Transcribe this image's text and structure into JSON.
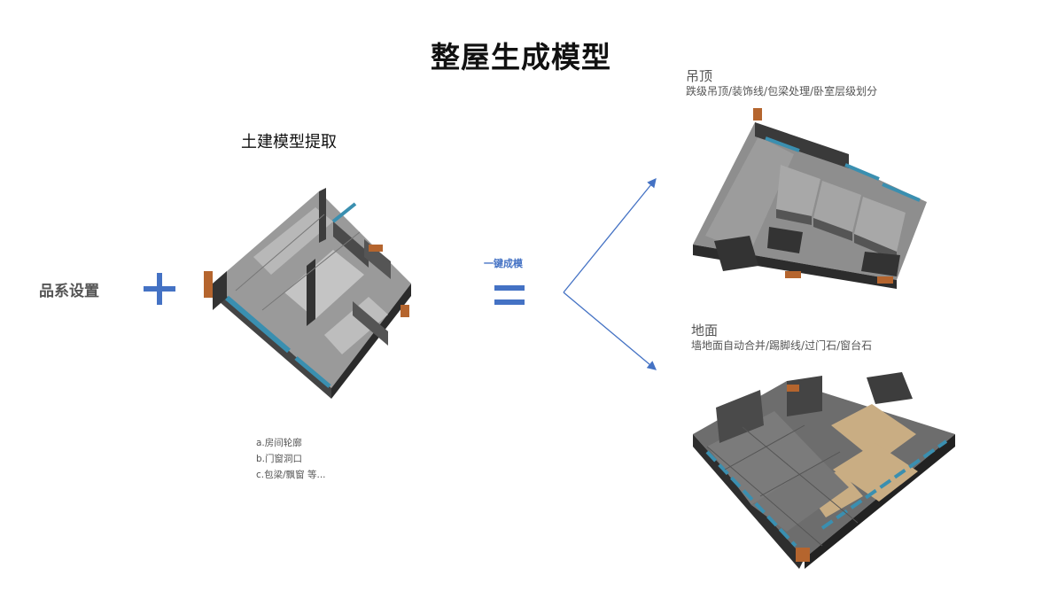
{
  "title": "整屋生成模型",
  "civil": {
    "heading": "土建模型提取",
    "notes": [
      "a.房间轮廓",
      "b.门窗洞口",
      "c.包梁/飘窗 等..."
    ]
  },
  "pin_xi": {
    "label": "品系设置"
  },
  "operator": {
    "plus_icon": "plus-icon",
    "equals_icon": "equals-icon",
    "onekey_label": "一键成模"
  },
  "outputs": {
    "ceiling": {
      "title": "吊顶",
      "subtitle": "跌级吊顶/装饰线/包梁处理/卧室层级划分"
    },
    "floor": {
      "title": "地面",
      "subtitle": "墙地面自动合并/踢脚线/过门石/窗台石"
    }
  },
  "colors": {
    "accent": "#4472c4",
    "wall": "#5a5a5a",
    "floor_gray": "#8a8a8a",
    "wood": "#c9ad83",
    "glass": "#3a8fb0",
    "door": "#b5652e"
  }
}
